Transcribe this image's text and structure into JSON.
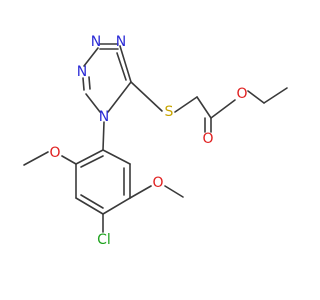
{
  "molecule": {
    "atoms": {
      "n1": {
        "label": "N",
        "color": "#2b2bd6"
      },
      "n2": {
        "label": "N",
        "color": "#2b2bd6"
      },
      "n3": {
        "label": "N",
        "color": "#2b2bd6"
      },
      "n4": {
        "label": "N",
        "color": "#2b2bd6"
      },
      "s": {
        "label": "S",
        "color": "#c8a500"
      },
      "o_carbonyl": {
        "label": "O",
        "color": "#e01e1e"
      },
      "o_ester": {
        "label": "O",
        "color": "#e01e1e"
      },
      "o_methoxy_top": {
        "label": "O",
        "color": "#e01e1e"
      },
      "o_methoxy_right": {
        "label": "O",
        "color": "#e01e1e"
      },
      "cl": {
        "label": "Cl",
        "color": "#1fa31f"
      }
    },
    "bond_color": "#3a3a3a"
  }
}
